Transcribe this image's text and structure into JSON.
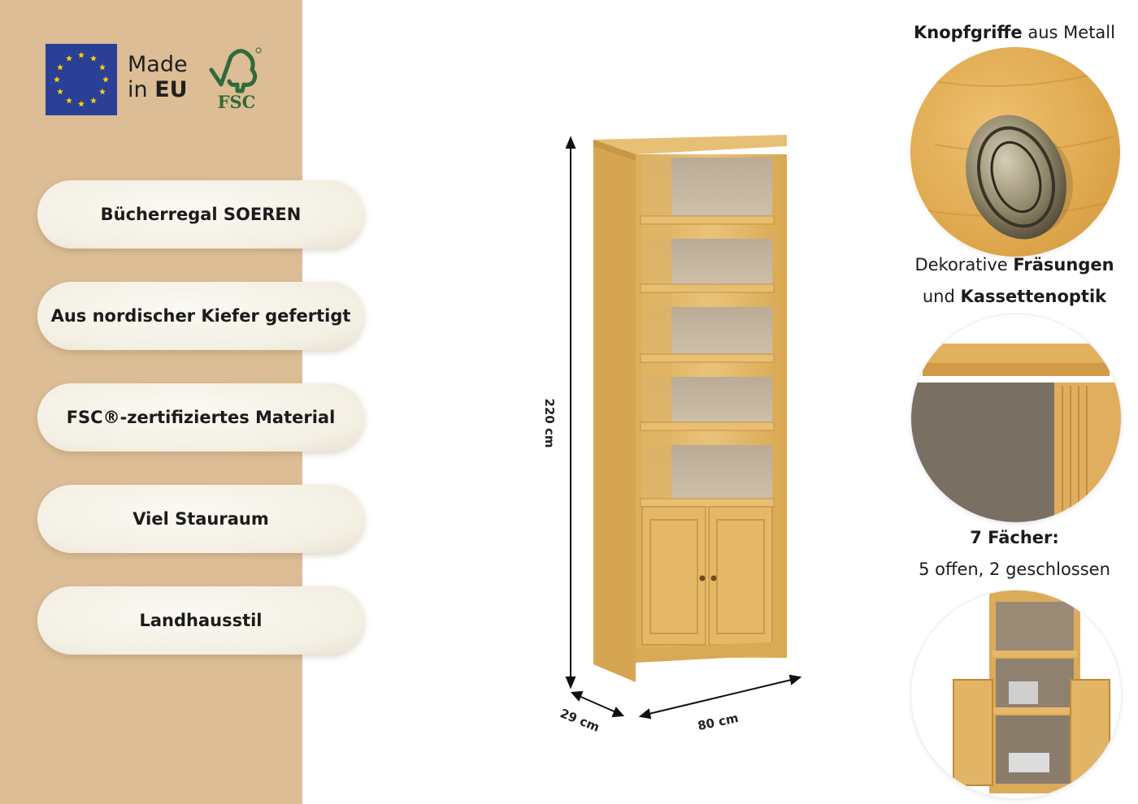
{
  "badges": {
    "made_in_line1": "Made",
    "made_in_line2_prefix": "in ",
    "made_in_line2_bold": "EU",
    "fsc": "FSC"
  },
  "features": [
    "Bücherregal SOEREN",
    "Aus nordischer Kiefer gefertigt",
    "FSC®-zertifiziertes Material",
    "Viel Stauraum",
    "Landhausstil"
  ],
  "dimensions": {
    "height": "220 cm",
    "depth": "29 cm",
    "width": "80 cm"
  },
  "details": {
    "knob_bold": "Knopfgriffe",
    "knob_rest": " aus Metall",
    "milling_pre": "Dekorative ",
    "milling_bold": "Fräsungen",
    "milling_line2_pre": "und ",
    "milling_line2_bold": "Kassettenoptik",
    "compartments_bold": "7 Fächer:",
    "compartments_detail": "5 offen, 2 geschlossen"
  },
  "colors": {
    "strip": "#dcbd95",
    "pine": "#e2b764",
    "pill": "#f4f0e5"
  }
}
